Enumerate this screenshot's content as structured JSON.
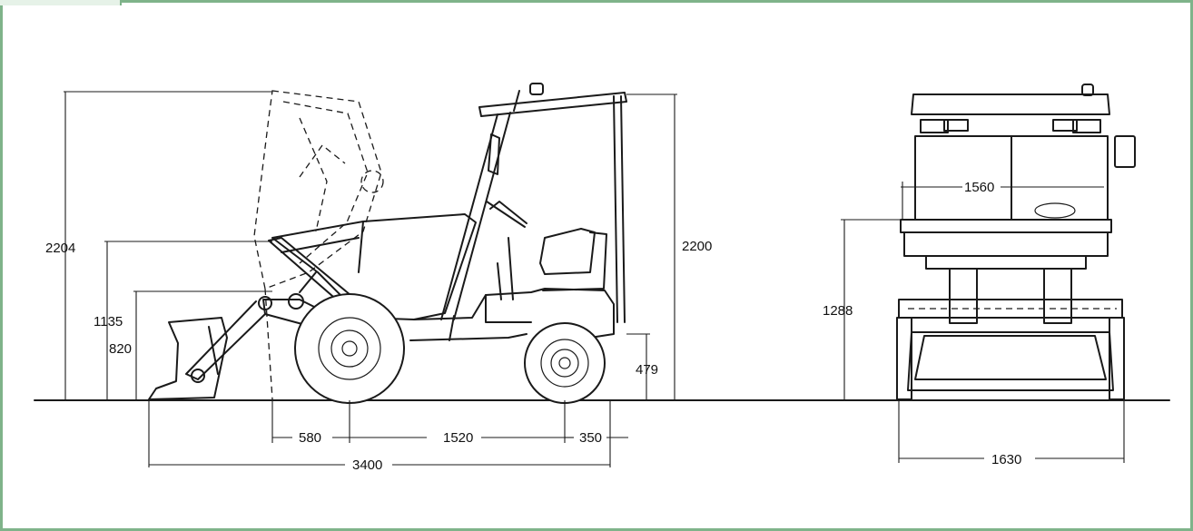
{
  "diagram": {
    "side_view": {
      "height_overall_loader": "2204",
      "height_cab": "2200",
      "height_pivot": "1135",
      "height_bucket_pin": "820",
      "height_hitch": "479",
      "front_overhang": "580",
      "wheelbase": "1520",
      "rear_overhang": "350",
      "overall_length": "3400"
    },
    "front_view": {
      "inner_width": "1560",
      "platform_height": "1288",
      "overall_width": "1630"
    }
  }
}
